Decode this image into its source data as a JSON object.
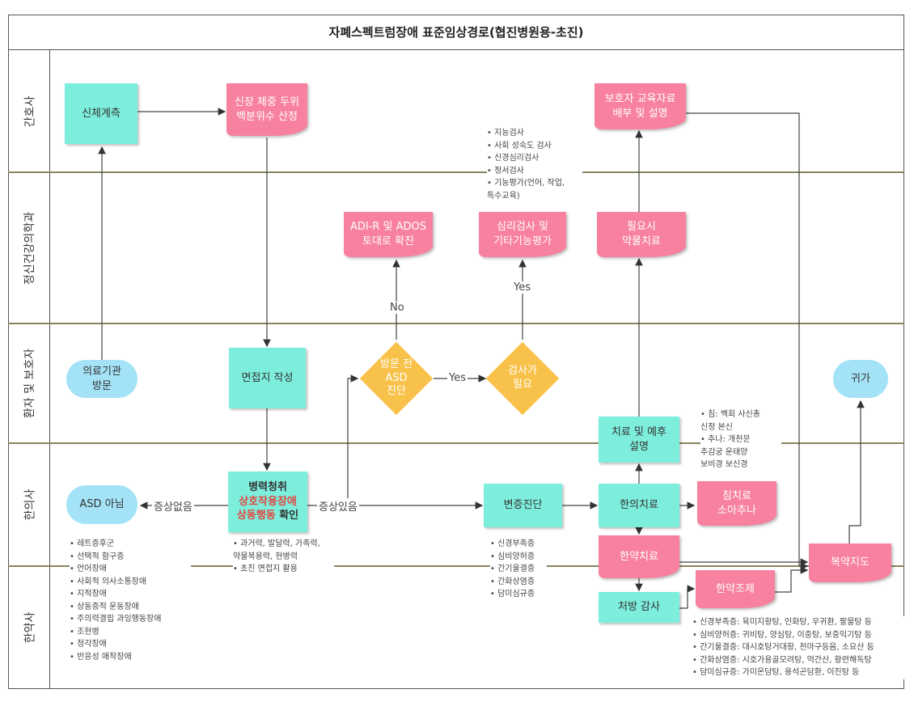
{
  "title": "자폐스펙트럼장애 표준임상경로(협진병원용-초진)",
  "lanes": [
    "간호사",
    "정신건강의학과",
    "환자 및 보호자",
    "한의사",
    "한약사"
  ],
  "nodes": {
    "body_measure": "신체계측",
    "percentile": "신장 체중 두위\n백분위수 산정",
    "guardian_edu": "보호자 교육자료\n배부 및 설명",
    "adi_ados": "ADI-R 및 ADOS\n토대로 확진",
    "psych_test": "심리검사 및\n기타기능평가",
    "medication": "필요시\n약물치료",
    "visit": "의료기관\n방문",
    "questionnaire": "면접지 작성",
    "pre_dx": "방문 전\nASD\n진단",
    "test_needed": "검사가\n필요",
    "go_home": "귀가",
    "prognosis": "치료 및 예후\n설명",
    "not_asd": "ASD 아님",
    "history_1": "병력청취",
    "history_2": "상호작용장애",
    "history_3": "상동행동",
    "history_4": " 확인",
    "pattern_dx": "변증진단",
    "km_treat": "한의치료",
    "acu": "침치료\n소아추나",
    "herbal": "한약치료",
    "med_guide": "복약지도",
    "rx_audit": "처방 감사",
    "dispense": "한약조제"
  },
  "edge_labels": {
    "no": "No",
    "yes1": "Yes",
    "yes2": "Yes",
    "no_symptom": "증상없음",
    "symptom": "증상있음"
  },
  "lists": {
    "tests": [
      "지능검사",
      "사회 성숙도 검사",
      "신경심리검사",
      "정서검사",
      "기능평가(언어, 작업,\n특수교육)"
    ],
    "acu_notes": [
      "침: 백회 사신총\n신정 본신",
      "추나: 개천문\n추감궁 운태양\n보비경 보신경"
    ],
    "differential": [
      "레트증후군",
      "선택적 함구증",
      "언어장애",
      "사회적 의사소통장애",
      "지적장애",
      "상동증적 운동장애",
      "주의력결핍 과잉행동장애",
      "조현병",
      "청각장애",
      "반응성 애착장애"
    ],
    "history_notes": [
      "과거력, 발달력, 가족력,\n약물복용력, 현병력",
      "초진 면접지 활용"
    ],
    "patterns": [
      "신경부족증",
      "심비양허증",
      "간기울결증",
      "간화상염증",
      "담미심규증"
    ],
    "prescriptions": [
      "신경부족증: 육미지황탕, 인화탕, 우귀환, 팔물탕 등",
      "심비양허증: 귀비탕, 양심탕, 이중탕, 보중익기탕 등",
      "간기울결증: 대시호탕거대황, 천마구등음, 소요산 등",
      "간화상염증: 시호가용골모려탕, 억간산, 황련해독탕",
      "담미심규증: 가미온담탕, 용석곤담환, 이진탕 등"
    ]
  },
  "colors": {
    "teal": "#7eeedc",
    "pink": "#f7819e",
    "oval": "#a4e3f7",
    "diamond": "#f8c24a",
    "highlight": "#e2453e"
  }
}
